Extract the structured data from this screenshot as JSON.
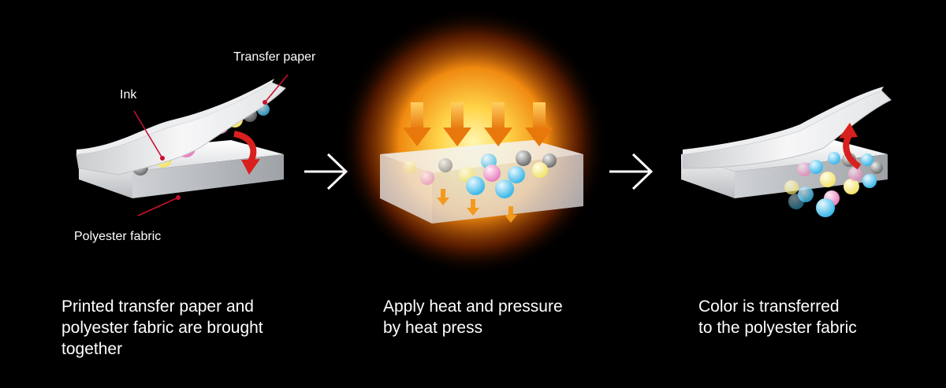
{
  "labels": {
    "transfer_paper": "Transfer paper",
    "ink": "Ink",
    "polyester_fabric": "Polyester fabric"
  },
  "steps": [
    {
      "caption_lines": [
        "Printed transfer paper and",
        "polyester fabric are brought",
        "together"
      ]
    },
    {
      "caption_lines": [
        "Apply heat and pressure",
        "by heat press"
      ]
    },
    {
      "caption_lines": [
        "Color is transferred",
        "to the polyester fabric"
      ]
    }
  ],
  "colors": {
    "background": "#000000",
    "ink_cyan": "#39b7e8",
    "ink_magenta": "#e77fbd",
    "ink_yellow": "#f2e36a",
    "ink_gray": "#8a8a8a",
    "heat_orange": "#f39a1e",
    "lift_arrow_red": "#d8201e",
    "leader_line_red": "#c8102e"
  }
}
